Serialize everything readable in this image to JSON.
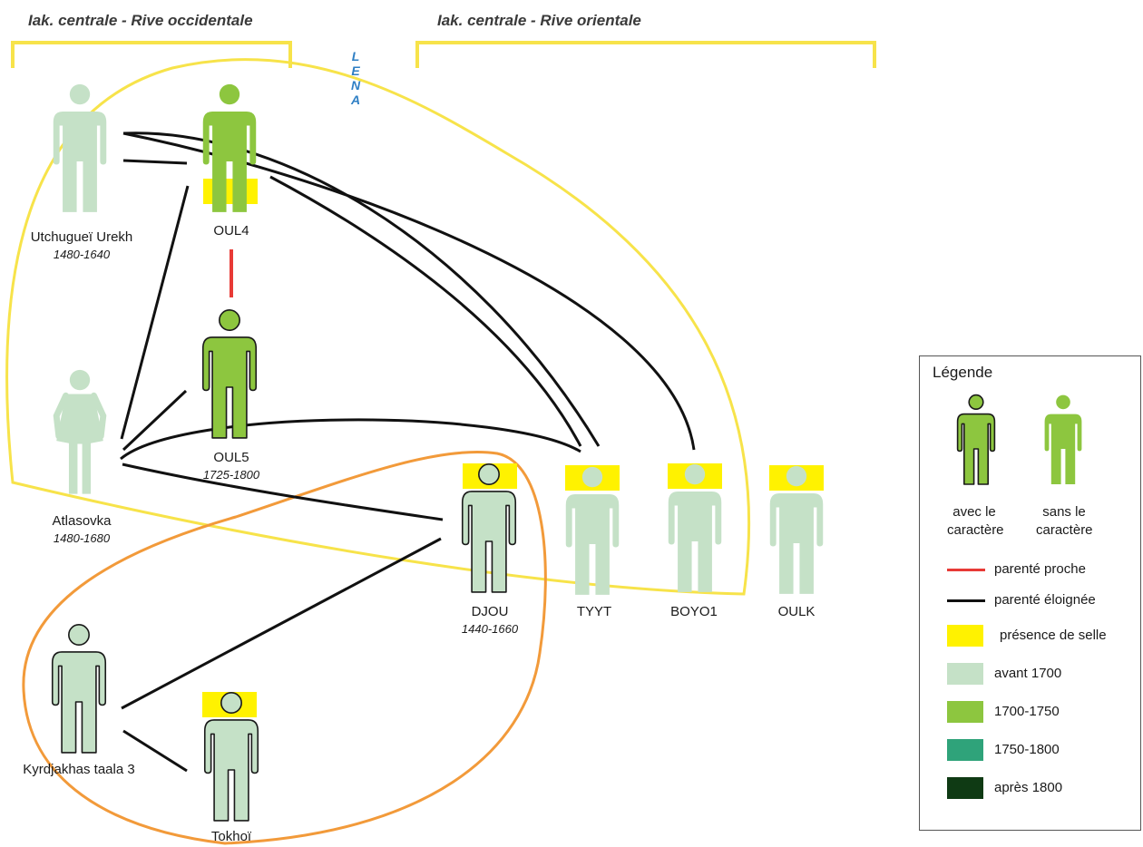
{
  "regions": {
    "west": "Iak. centrale - Rive occidentale",
    "east": "Iak. centrale - Rive orientale",
    "river": [
      "L",
      "E",
      "N",
      "A"
    ]
  },
  "colors": {
    "avant_1700": "#c5e1c7",
    "c1700_1750": "#8dc63f",
    "c1750_1800": "#2fa37a",
    "apres_1800": "#0f3a14",
    "close": "#e83a36",
    "distant": "#111111",
    "saddle": "#fff200",
    "cluster_yellow": "#f7e34a",
    "cluster_orange": "#f29a3a"
  },
  "nodes": {
    "utchuguei": {
      "label": "Utchugueï Urekh",
      "date": "1480-1640"
    },
    "oul4": {
      "label": "OUL4",
      "date": ""
    },
    "oul5": {
      "label": "OUL5",
      "date": "1725-1800"
    },
    "atlasovka": {
      "label": "Atlasovka",
      "date": "1480-1680"
    },
    "djou": {
      "label": "DJOU",
      "date": "1440-1660"
    },
    "tyyt": {
      "label": "TYYT",
      "date": ""
    },
    "boyo1": {
      "label": "BOYO1",
      "date": ""
    },
    "oulk": {
      "label": "OULK",
      "date": ""
    },
    "kyrdjakhas": {
      "label": "Kyrdjakhas taala 3",
      "date": ""
    },
    "tokhoi": {
      "label": "Tokhoï",
      "date": ""
    }
  },
  "legend": {
    "title": "Légende",
    "with_trait": [
      "avec le",
      "caractère"
    ],
    "without_trait": [
      "sans le",
      "caractère"
    ],
    "close": "parenté proche",
    "distant": "parenté éloignée",
    "saddle": "présence de selle",
    "period1": "avant 1700",
    "period2": "1700-1750",
    "period3": "1750-1800",
    "period4": "après 1800"
  }
}
